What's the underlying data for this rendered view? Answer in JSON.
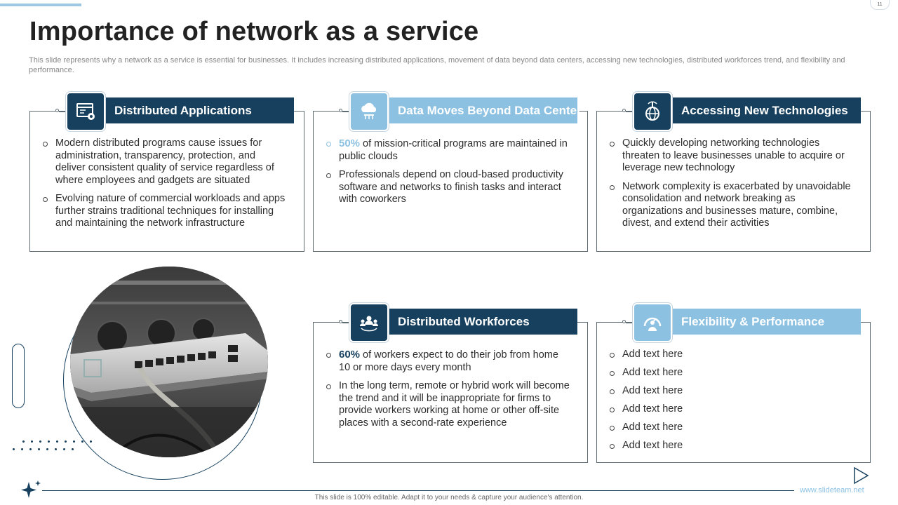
{
  "slide": {
    "number": "11",
    "title": "Importance of network as a service",
    "subtitle": "This slide represents why a network as a service is essential for businesses. It includes increasing distributed applications, movement of data beyond data centers, accessing new technologies, distributed workforces trend, and flexibility and performance."
  },
  "cards": {
    "distributed_applications": {
      "title": "Distributed Applications",
      "icon": "app-settings-icon",
      "items": [
        "Modern distributed programs cause issues for administration, transparency, protection, and deliver consistent quality of service regardless of where employees and gadgets are situated",
        "Evolving nature of commercial workloads and apps further strains traditional techniques for installing and maintaining the network infrastructure"
      ]
    },
    "data_moves": {
      "title": "Data Moves Beyond Data Center",
      "icon": "cloud-server-icon",
      "item1_pct": "50%",
      "item1_rest": " of mission-critical programs are maintained in public clouds",
      "item2": "Professionals depend on cloud-based productivity software and networks to finish tasks and interact with coworkers"
    },
    "accessing_new_technologies": {
      "title": "Accessing New Technologies",
      "icon": "global-antenna-icon",
      "items": [
        "Quickly developing networking technologies threaten to leave businesses unable to acquire or leverage new technology",
        "Network complexity is exacerbated by unavoidable consolidation and network breaking as organizations and businesses mature, combine, divest, and extend their activities"
      ]
    },
    "distributed_workforces": {
      "title": "Distributed Workforces",
      "icon": "team-network-icon",
      "item1_pct": "60%",
      "item1_rest": " of workers expect to do their job from home 10 or more days every month",
      "item2": "In the long term, remote or hybrid work will become the trend and it will be inappropriate for firms to provide workers working at home or other off-site places with a second-rate experience"
    },
    "flexibility_performance": {
      "title": "Flexibility & Performance",
      "icon": "performance-gauge-icon",
      "items": [
        "Add text here",
        "Add text here",
        "Add text here",
        "Add text here",
        "Add text here",
        "Add text here"
      ]
    }
  },
  "footer": {
    "note": "This slide is 100% editable.  Adapt it to your needs & capture your audience's attention.",
    "website": "www.slideteam.net"
  },
  "colors": {
    "dark_blue": "#16405e",
    "light_blue": "#8cc1e2"
  }
}
